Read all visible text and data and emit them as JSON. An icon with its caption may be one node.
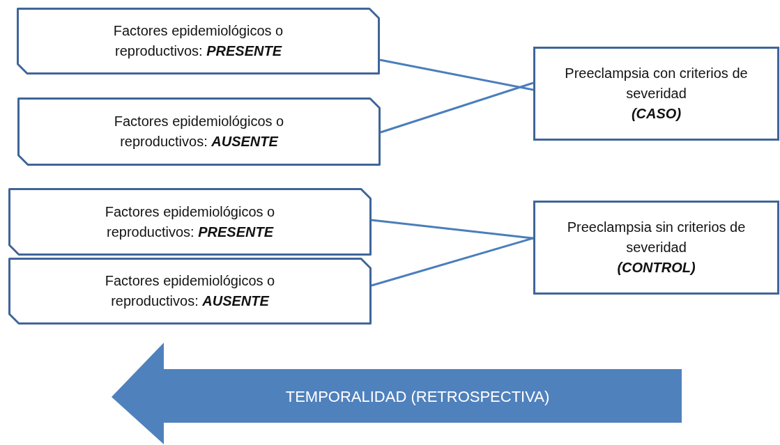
{
  "diagram": {
    "nodes": [
      {
        "text": [
          "Factores epidemiológicos o reproductivos: **PRESENTE**"
        ]
      },
      {
        "text": [
          "Factores epidemiológicos o reproductivos: **AUSENTE**"
        ]
      },
      {
        "text": [
          "Factores epidemiológicos o reproductivos: **PRESENTE**"
        ]
      },
      {
        "text": [
          "Factores epidemiológicos o reproductivos: **AUSENTE**"
        ]
      },
      {
        "text": [
          "Preeclampsia con criterios de severidad",
          "(CASO)"
        ]
      },
      {
        "text": [
          "Preeclampsia sin criterios de severidad",
          "(CONTROL)"
        ]
      },
      {
        "text": [
          "TEMPORALIDAD (RETROSPECTIVA)"
        ]
      }
    ],
    "edges": [
      {
        "from": 0,
        "to": 4,
        "arrow": "none"
      },
      {
        "from": 1,
        "to": 4,
        "arrow": "none"
      },
      {
        "from": 2,
        "to": 5,
        "arrow": "none"
      },
      {
        "from": 3,
        "to": 5,
        "arrow": "none"
      }
    ]
  }
}
